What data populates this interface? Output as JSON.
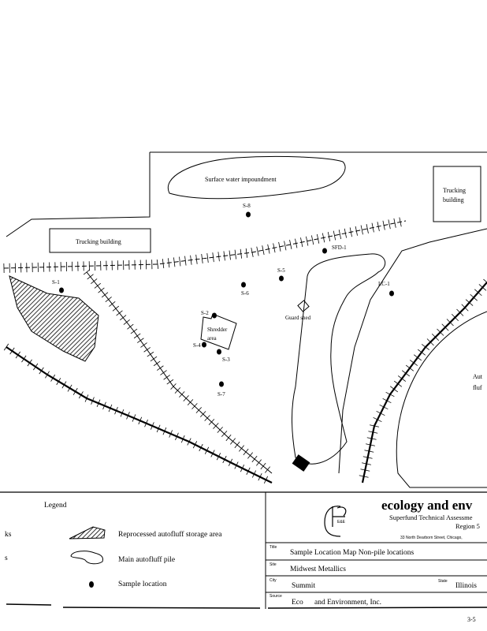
{
  "map": {
    "features": {
      "surface_water": "Surface water impoundment",
      "trucking_building_right": [
        "Trucking",
        "building"
      ],
      "trucking_building_left": "Trucking building",
      "guard_shed": "Guard shed",
      "shredder_area": [
        "Shredder",
        "area"
      ],
      "right_partial": [
        "Aut",
        "fluf"
      ]
    },
    "samples": [
      "S-8",
      "SFD-1",
      "S-1",
      "S-5",
      "S-6",
      "S-2",
      "S-4",
      "S-3",
      "S-7",
      "LC-1"
    ]
  },
  "legend": {
    "title": "Legend",
    "left_fragments": [
      "ks",
      "s"
    ],
    "items": [
      {
        "label": "Reprocessed autofluff storage area",
        "icon": "hatched-area-icon"
      },
      {
        "label": "Main autofluff pile",
        "icon": "outline-pile-icon"
      },
      {
        "label": "Sample location",
        "icon": "dot-icon"
      }
    ]
  },
  "title_block": {
    "logo_text": "E&E",
    "company": "ecology and env",
    "program": "Superfund Technical Assessme",
    "region": "Region 5",
    "address": "33 North Dearborn Street, Chicago,",
    "fields": {
      "title_label": "Title",
      "title": "Sample Location Map   Non-pile locations",
      "site_label": "Site",
      "site": "Midwest Metallics",
      "city_label": "City",
      "city": "Summit",
      "state_label": "State",
      "state": "Illinois",
      "source_label": "Source",
      "source": "Eco      and Environment, Inc."
    }
  },
  "page_number": "3-5"
}
